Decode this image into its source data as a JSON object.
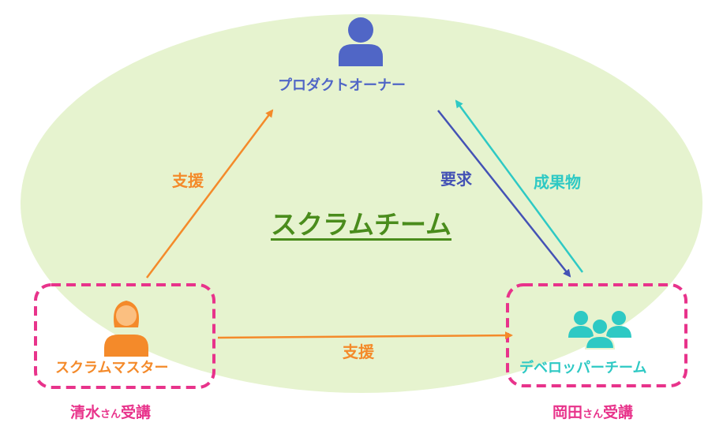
{
  "colors": {
    "team_bg": "#e6f3cf",
    "product_owner": "#5066c6",
    "scrum_master": "#f48a2a",
    "dev_team": "#2ec9c4",
    "team_title": "#4a8c1c",
    "request_arrow": "#4452b5",
    "deliverable_arrow": "#2ec9c4",
    "support_arrow": "#f48a2a",
    "trainee": "#e8338b"
  },
  "icons": {
    "product_owner": "person-icon",
    "scrum_master": "person-long-hair-icon",
    "dev_team": "group-icon"
  },
  "diagram": {
    "product_owner_label": "プロダクトオーナー",
    "scrum_master_label": "スクラムマスター",
    "dev_team_label": "デベロッパーチーム",
    "team_title": "スクラムチーム"
  },
  "edges": {
    "sm_to_po": "支援",
    "po_to_dev": "要求",
    "dev_to_po": "成果物",
    "sm_to_dev": "支援"
  },
  "trainees": {
    "left_name": "清水",
    "left_honorific": "さん",
    "left_action": "受講",
    "right_name": "岡田",
    "right_honorific": "さん",
    "right_action": "受講"
  }
}
